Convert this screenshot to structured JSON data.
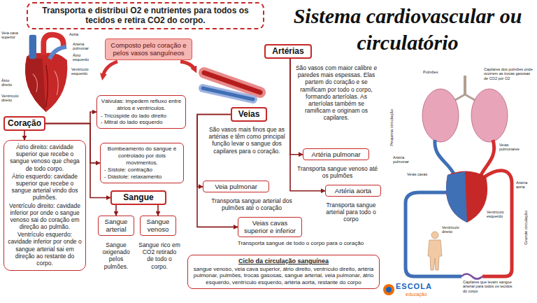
{
  "diagram": {
    "title": "Sistema cardiovascular ou circulatório",
    "nodes": [
      {
        "text": [
          "Transporta e distribui O2 e nutrientes para todos os tecidos e retira CO2 do corpo."
        ]
      },
      {
        "text": [
          "Composto pelo coração e pelos vasos sanguíneos"
        ]
      },
      {
        "text": [
          "Coração"
        ]
      },
      {
        "text": [
          "Átrio direito: cavidade superior que recebe o sangue venoso que chega de todo corpo.",
          "Átrio esquerdo: cavidade superior que recebe o sangue arterial vindo dos pulmões.",
          "Ventrículo direito: cavidade inferior por onde o sangue venoso sai do coração em direção ao pulmão.",
          "Ventrículo esquerdo: cavidade inferior por onde o sangue arterial sai em direção ao restante do corpo."
        ]
      },
      {
        "text": [
          "Válvulas: impedem refluxo entre átrios e ventrículos.",
          "- Tricúspide do lado direito",
          "- Mitral do lado esquerdo"
        ]
      },
      {
        "text": [
          "Bombeamento do sangue é controlado por dois movimentos.",
          "- Sístole: contração",
          "- Diástole: relaxamento"
        ]
      },
      {
        "text": [
          "Sangue"
        ]
      },
      {
        "text": [
          "Sangue arterial"
        ]
      },
      {
        "text": [
          "Sangue venoso"
        ]
      },
      {
        "text": [
          "Artérias"
        ]
      },
      {
        "text": [
          "Veias"
        ]
      },
      {
        "text": [
          "Artéria pulmonar"
        ]
      },
      {
        "text": [
          "Veia pulmonar"
        ]
      },
      {
        "text": [
          "Artéria aorta"
        ]
      },
      {
        "text": [
          "Veias cavas superior e inferior"
        ]
      },
      {
        "text": [
          "Ciclo da circulação sanguínea",
          "sangue venoso, veia cava superior, átrio direito, ventrículo direito, artéria pulmonar, pulmões, trocas gasosas, sangue arterial, veia pulmonar, átrio esquerdo, ventrículo esquerdo, artéria aorta, restante do corpo"
        ]
      }
    ],
    "edges": [
      {
        "from": 2,
        "to": 3,
        "arrow": "to"
      },
      {
        "from": 2,
        "to": 4,
        "arrow": "to"
      },
      {
        "from": 2,
        "to": 5,
        "arrow": "to"
      },
      {
        "from": 2,
        "to": 6,
        "arrow": "to"
      },
      {
        "from": 6,
        "to": 7,
        "arrow": "to"
      },
      {
        "from": 6,
        "to": 8,
        "arrow": "to"
      },
      {
        "from": 9,
        "to": 11,
        "arrow": "to"
      },
      {
        "from": 9,
        "to": 13,
        "arrow": "to"
      },
      {
        "from": 10,
        "to": 12,
        "arrow": "to"
      },
      {
        "from": 10,
        "to": 14,
        "arrow": "to"
      }
    ],
    "labels": [
      "Veia cava superior",
      "Aorta",
      "Artéria pulmonar",
      "Átrio esquerdo",
      "Ventrículo esquerdo",
      "Átrio direito",
      "Ventrículo direito",
      "São vasos com maior calibre e paredes mais espessas. Elas partem do coração e se ramificam por todo o corpo, formando arteríolas. As arteríolas também se ramificam e originam os capilares.",
      "São vasos mais finos que as artérias e têm como principal função levar o sangue dos capilares para o coração.",
      "Transporta sangue venoso até os pulmões",
      "Transporta sangue arterial dos pulmões até o coração",
      "Transporta sangue arterial para todo o corpo",
      "Transporta sangue de todo o corpo para o coração",
      "Sangue oxigenado pelos pulmões.",
      "Sangue rico em CO2 retirado de todo o corpo.",
      "Pulmões",
      "Capilares dos pulmões onde ocorrem as trocas gasosas de CO2 por O2",
      "Pequena circulação",
      "Artéria pulmonar",
      "Veias pulmonares",
      "Artéria aorta",
      "Veias cavas",
      "Ventrículo esquerdo",
      "Ventrículo direito",
      "Grande circulação",
      "Capilares que levam sangue arterial para todos os tecidos do corpo",
      "ESCOLA",
      "educação"
    ]
  }
}
